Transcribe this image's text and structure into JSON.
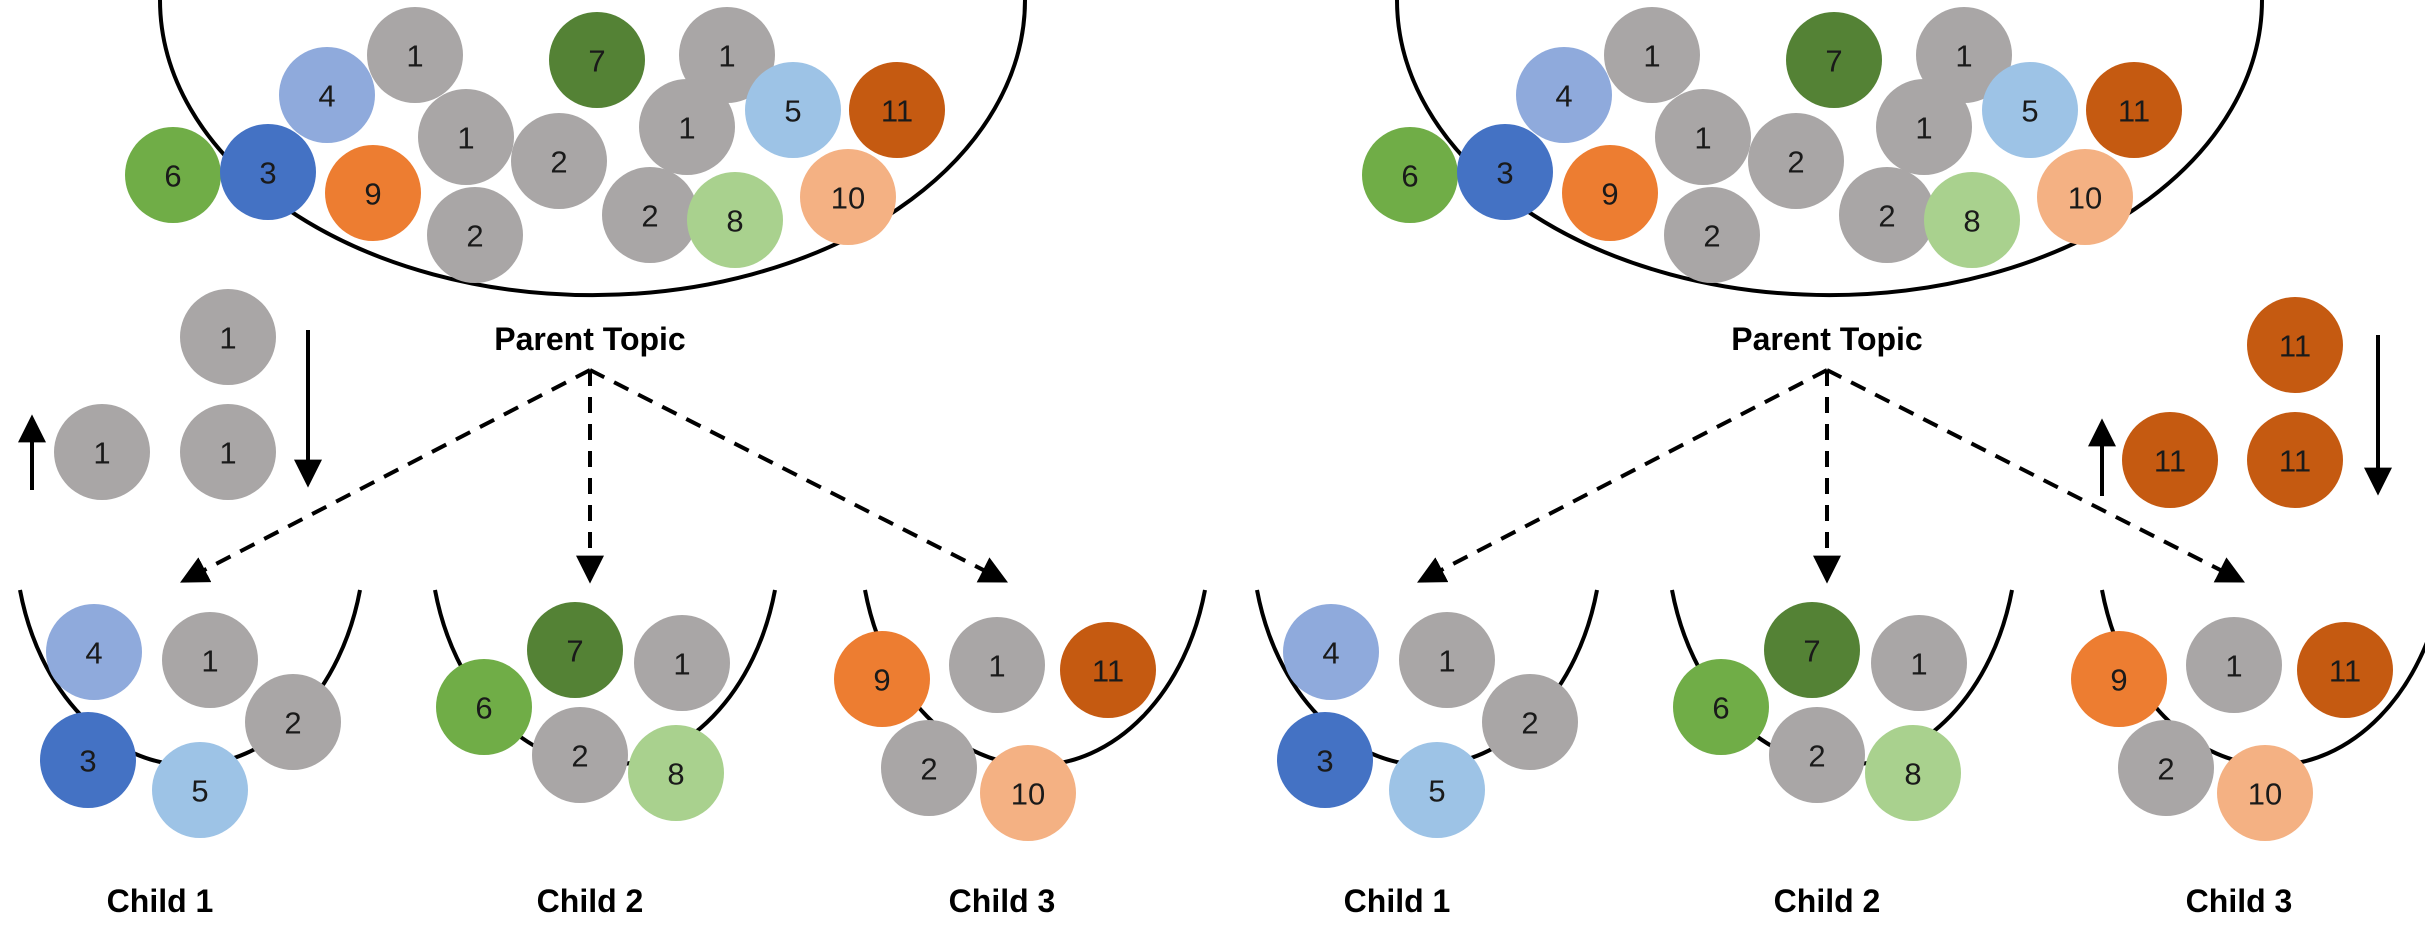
{
  "colors": {
    "1": "#a9a6a6",
    "2": "#a9a6a6",
    "3": "#4472c4",
    "4": "#8faadc",
    "5": "#9dc3e6",
    "6": "#70ad47",
    "7": "#548235",
    "8": "#a9d18e",
    "9": "#ed7d31",
    "10": "#f4b183",
    "11": "#c55a11",
    "stroke": "#000000"
  },
  "panels": [
    {
      "parent_label": "Parent Topic",
      "children": [
        {
          "label": "Child 1",
          "balls": [
            "4",
            "1",
            "2",
            "3",
            "5"
          ]
        },
        {
          "label": "Child 2",
          "balls": [
            "7",
            "1",
            "6",
            "2",
            "8"
          ]
        },
        {
          "label": "Child 3",
          "balls": [
            "9",
            "1",
            "11",
            "2",
            "10"
          ]
        }
      ],
      "side_balls": [
        "1",
        "1",
        "1"
      ]
    },
    {
      "parent_label": "Parent Topic",
      "children": [
        {
          "label": "Child 1",
          "balls": [
            "4",
            "1",
            "2",
            "3",
            "5"
          ]
        },
        {
          "label": "Child 2",
          "balls": [
            "7",
            "1",
            "6",
            "2",
            "8"
          ]
        },
        {
          "label": "Child 3",
          "balls": [
            "9",
            "1",
            "11",
            "2",
            "10"
          ]
        }
      ],
      "side_balls": [
        "11",
        "11",
        "11"
      ]
    }
  ],
  "parent_balls": [
    "1",
    "7",
    "1",
    "4",
    "1",
    "5",
    "11",
    "1",
    "6",
    "2",
    "3",
    "9",
    "2",
    "8",
    "10",
    "2"
  ]
}
